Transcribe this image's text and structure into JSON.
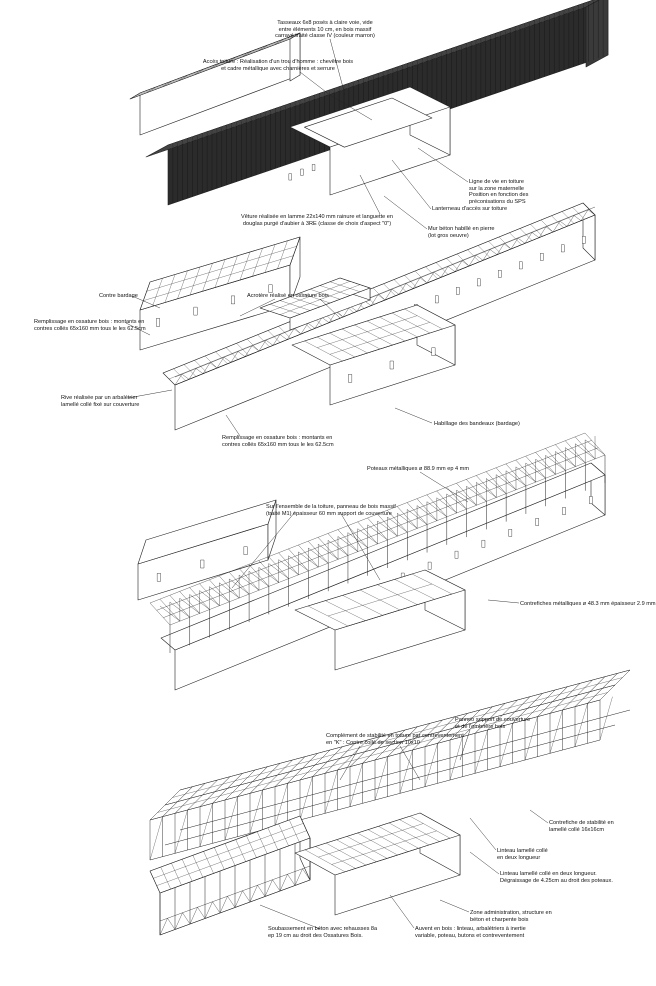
{
  "views": [
    {
      "id": "exterior",
      "annotations": [
        "Tasseaux 6x8 posés à claire voie, vide\nentre éléments 10 cm, en bois massif\ncarrayé traité classe IV (couleur marron)",
        "Accès toiture : Réalisation d'un trou d'homme : chevêtre bois\net cadre métallique avec charnières et serrure",
        "Ligne de vie en toiture\nsur la zone maternelle\nPosition en fonction des\npréconisations du SPS",
        "Lanterneau d'accès sur toiture",
        "Vêture réalisée en lamme 22x140 mm rainure et languette en\ndouglas purgé d'aubier à 3RE (classe de choix d'aspect \"0\")",
        "Mur béton habillé en pierre\n(lot gros oeuvre)"
      ]
    },
    {
      "id": "timber-frame",
      "annotations": [
        "Contre bardage",
        "Acrotère réalisé en ossature bois",
        "Remplissage en ossature bois : montants en\ncontres collés 65x160 mm tous le les 62.5cm",
        "Rive réalisée par un arbalétrier\nlamellé collé fixé sur couverture",
        "Remplissage en ossature bois : montants en\ncontres collés 65x160 mm tous le les 62.5cm",
        "Habillage des bandeaux (bardage)"
      ]
    },
    {
      "id": "roof-structure",
      "annotations": [
        "Poteaux métalliques ø 88.9 mm ep 4 mm",
        "Sur l'ensemble de la toiture, panneau de bois massif\n(traité M1) épaisseur 60 mm support de couverture",
        "Contrefiches métalliques ø 48.3 mm épaisseur 2.9 mm"
      ]
    },
    {
      "id": "primary-structure",
      "annotations": [
        "Panneo support de couverture\net de l'ombrière bois",
        "Complément de stabilité en toiture par contreventement\nen \"K\" : Contre collé de section 10x10",
        "Contrefiche de stabilité en\nlamellé collé 16x16cm",
        "Linteau lamellé collé\nen deux longueur",
        "Linteau lamellé collé en deux longueur.\nDégraissage de 4.25cm au droit des poteaux.",
        "Zone administration, structure en\nbéton et charpente bois",
        "Soubassement en béton avec rehausses 8a\nep 19 cm au droit des Ossatures Bois.",
        "Auvent en bois : linteau, arbalétriers à inertie\nvariable, poteau, butons et contreventement"
      ]
    }
  ]
}
